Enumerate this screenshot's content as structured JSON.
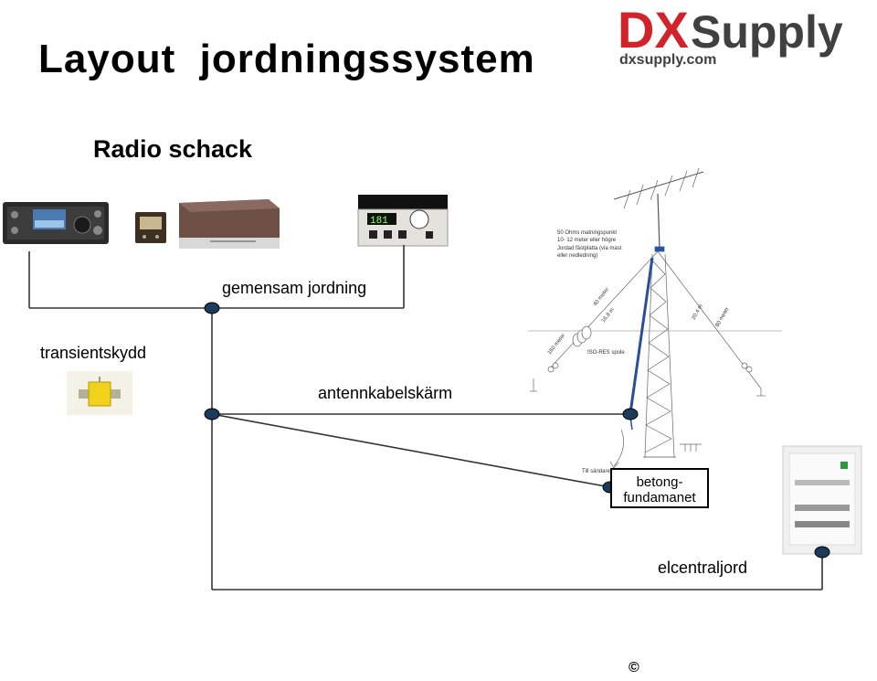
{
  "title": "Layout  jordningssystem",
  "subtitle": "Radio schack",
  "logo": {
    "brand_dx": "DX",
    "brand_supply": "Supply",
    "url": "dxsupply.com"
  },
  "labels": {
    "gemensam": "gemensam jordning",
    "transient": "transientskydd",
    "antenn": "antennkabelskärm",
    "beton_line1": "betong-",
    "beton_line2": "fundamanet",
    "elcentral": "elcentraljord"
  },
  "tower": {
    "feed_line1": "50 Ohms matningspunkt",
    "feed_line2": "10- 12 meter eller högre",
    "plate_line1": "Jordad fästplatta (via mast",
    "plate_line2": "eller nedledning)",
    "m160": "160 meter",
    "m40": "40 meter",
    "m168": "16,8 m",
    "iso": "ISO-RES spole",
    "m204": "20,4 m",
    "m80": "80 meter",
    "till": "Till sändare"
  },
  "rig_display": "181",
  "copyright": "©",
  "colors": {
    "brand_red": "#d2232a",
    "brand_gray": "#404040",
    "node": "#1b3a5c",
    "line": "#333333"
  }
}
